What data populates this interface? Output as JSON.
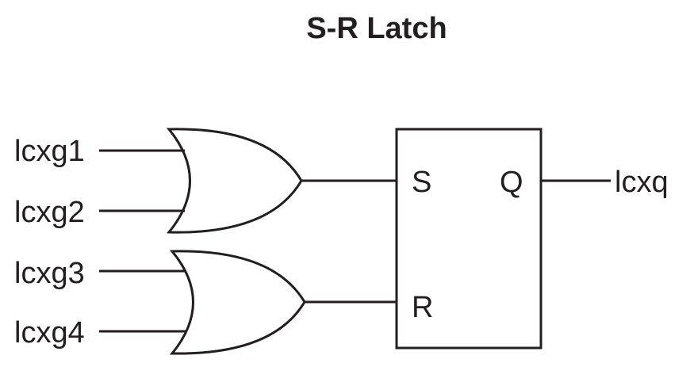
{
  "title": "S-R Latch",
  "inputs": {
    "in1": "lcxg1",
    "in2": "lcxg2",
    "in3": "lcxg3",
    "in4": "lcxg4"
  },
  "latch": {
    "set_label": "S",
    "reset_label": "R",
    "output_label": "Q"
  },
  "output": "lcxq",
  "gates": [
    "or-gate",
    "or-gate"
  ],
  "colors": {
    "stroke": "#231f20",
    "background": "#ffffff"
  }
}
